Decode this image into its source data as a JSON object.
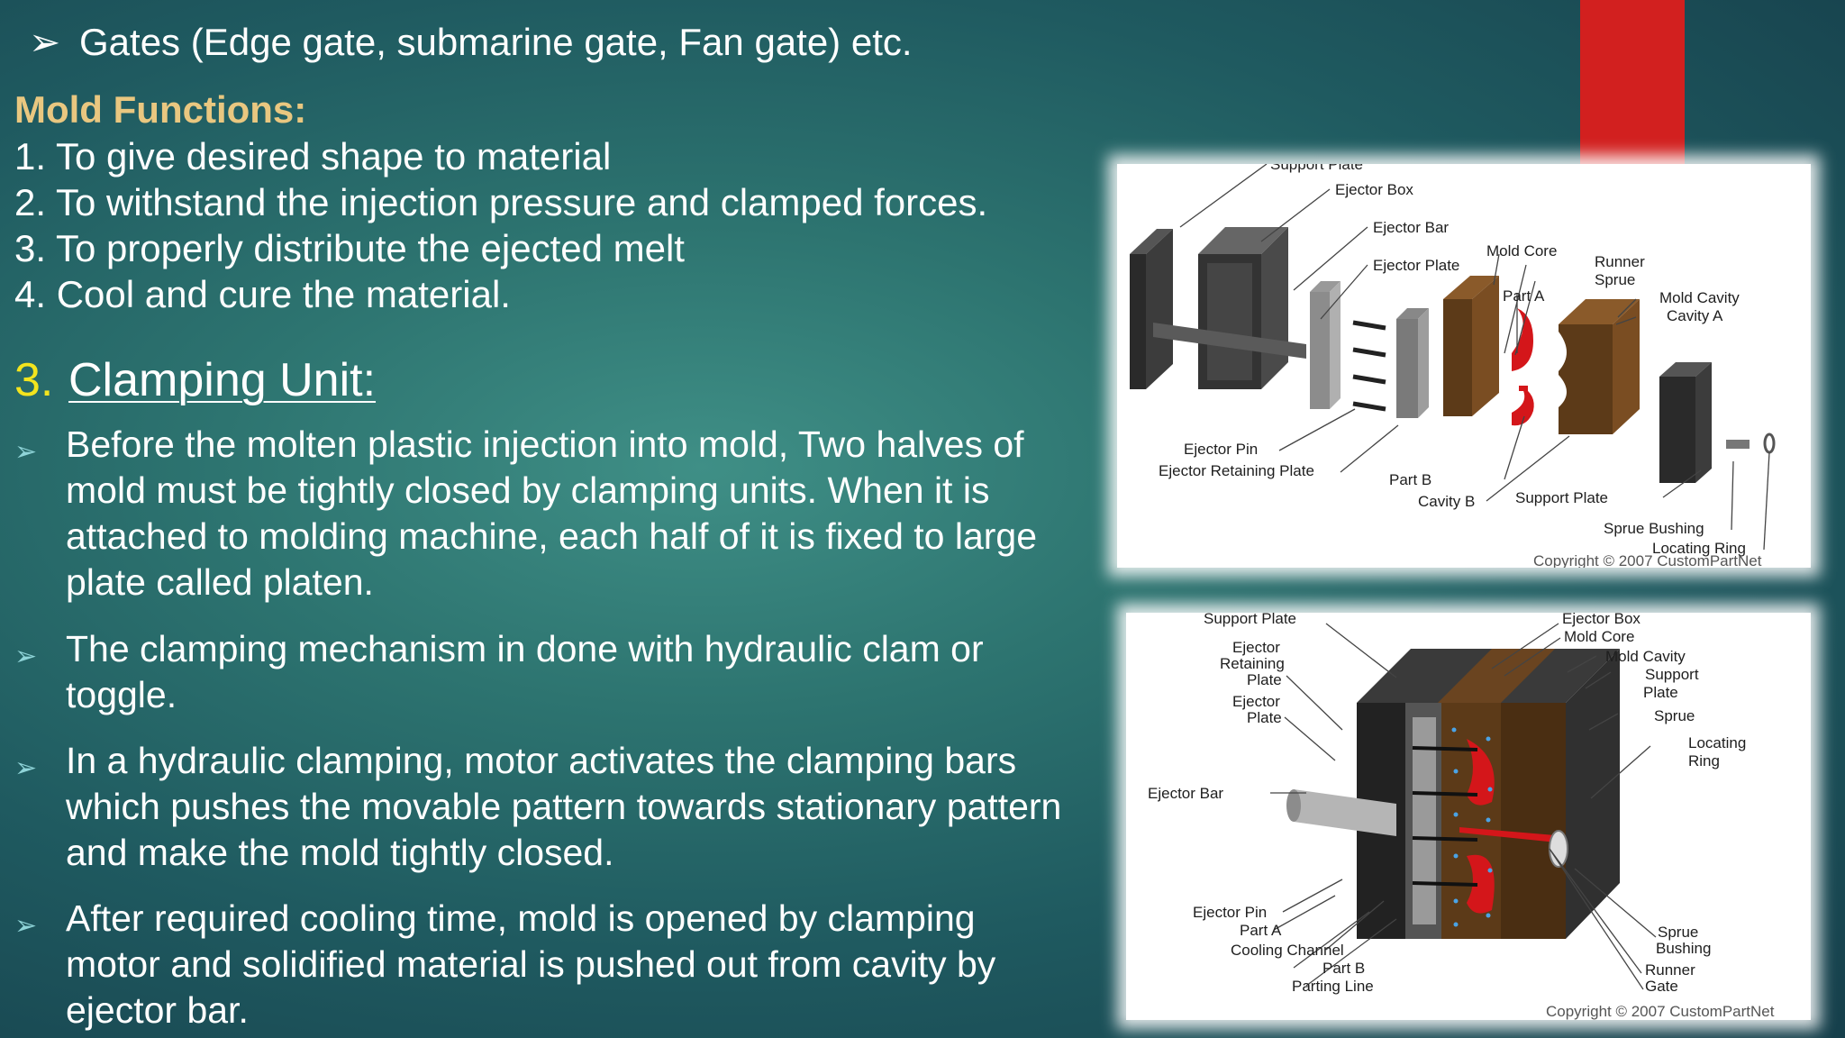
{
  "top_bullet": "Gates (Edge gate, submarine gate, Fan gate) etc.",
  "mold_functions": {
    "title": "Mold Functions:",
    "items": [
      "1. To give desired shape to material",
      "2. To withstand the injection pressure and clamped forces.",
      "3. To properly distribute the ejected melt",
      "4. Cool and cure the material."
    ]
  },
  "section": {
    "number": "3.",
    "title": "Clamping Unit:"
  },
  "bullets": [
    {
      "lines": [
        "Before the molten plastic injection into mold, Two halves of",
        "mold must be tightly closed by clamping units. When it is",
        "attached to molding machine, each half of it is fixed to large",
        "plate called platen."
      ]
    },
    {
      "lines": [
        "The clamping mechanism in done with hydraulic clam or",
        "toggle."
      ]
    },
    {
      "lines": [
        "In a hydraulic clamping, motor activates the clamping bars",
        "which pushes the movable pattern towards stationary pattern",
        "and make the mold tightly closed."
      ]
    },
    {
      "lines": [
        "After required cooling time, mold is opened by clamping",
        "motor and solidified material is pushed out from cavity by",
        "ejector bar."
      ]
    }
  ],
  "diagram_exploded": {
    "labels": {
      "support_plate": "Support Plate",
      "ejector_box": "Ejector Box",
      "ejector_bar": "Ejector Bar",
      "ejector_plate": "Ejector Plate",
      "mold_core": "Mold Core",
      "runner": "Runner",
      "sprue": "Sprue",
      "part_a": "Part A",
      "mold_cavity": "Mold Cavity",
      "cavity_a": "Cavity A",
      "ejector_pin": "Ejector Pin",
      "ejector_retaining_plate": "Ejector Retaining Plate",
      "part_b": "Part B",
      "cavity_b": "Cavity B",
      "support_plate_2": "Support Plate",
      "sprue_bushing": "Sprue Bushing",
      "locating_ring": "Locating Ring"
    },
    "copyright": "Copyright © 2007 CustomPartNet"
  },
  "diagram_assembled": {
    "labels": {
      "support_plate": "Support Plate",
      "ejector_retaining_plate": [
        "Ejector",
        "Retaining",
        "Plate"
      ],
      "ejector_plate": [
        "Ejector",
        "Plate"
      ],
      "ejector_bar": "Ejector Bar",
      "ejector_pin": "Ejector Pin",
      "part_a": "Part A",
      "cooling_channel": "Cooling Channel",
      "part_b": "Part B",
      "parting_line": "Parting Line",
      "ejector_box": "Ejector Box",
      "mold_core": "Mold Core",
      "mold_cavity": "Mold Cavity",
      "support_plate_r": [
        "Support",
        "Plate"
      ],
      "sprue": "Sprue",
      "locating_ring": [
        "Locating",
        "Ring"
      ],
      "sprue_bushing": [
        "Sprue",
        "Bushing"
      ],
      "runner": "Runner",
      "gate": "Gate"
    },
    "copyright": "Copyright © 2007 CustomPartNet"
  },
  "colors": {
    "accent_title": "#e9c780",
    "section_number": "#f3e41e",
    "red_bar": "#d2201f"
  }
}
